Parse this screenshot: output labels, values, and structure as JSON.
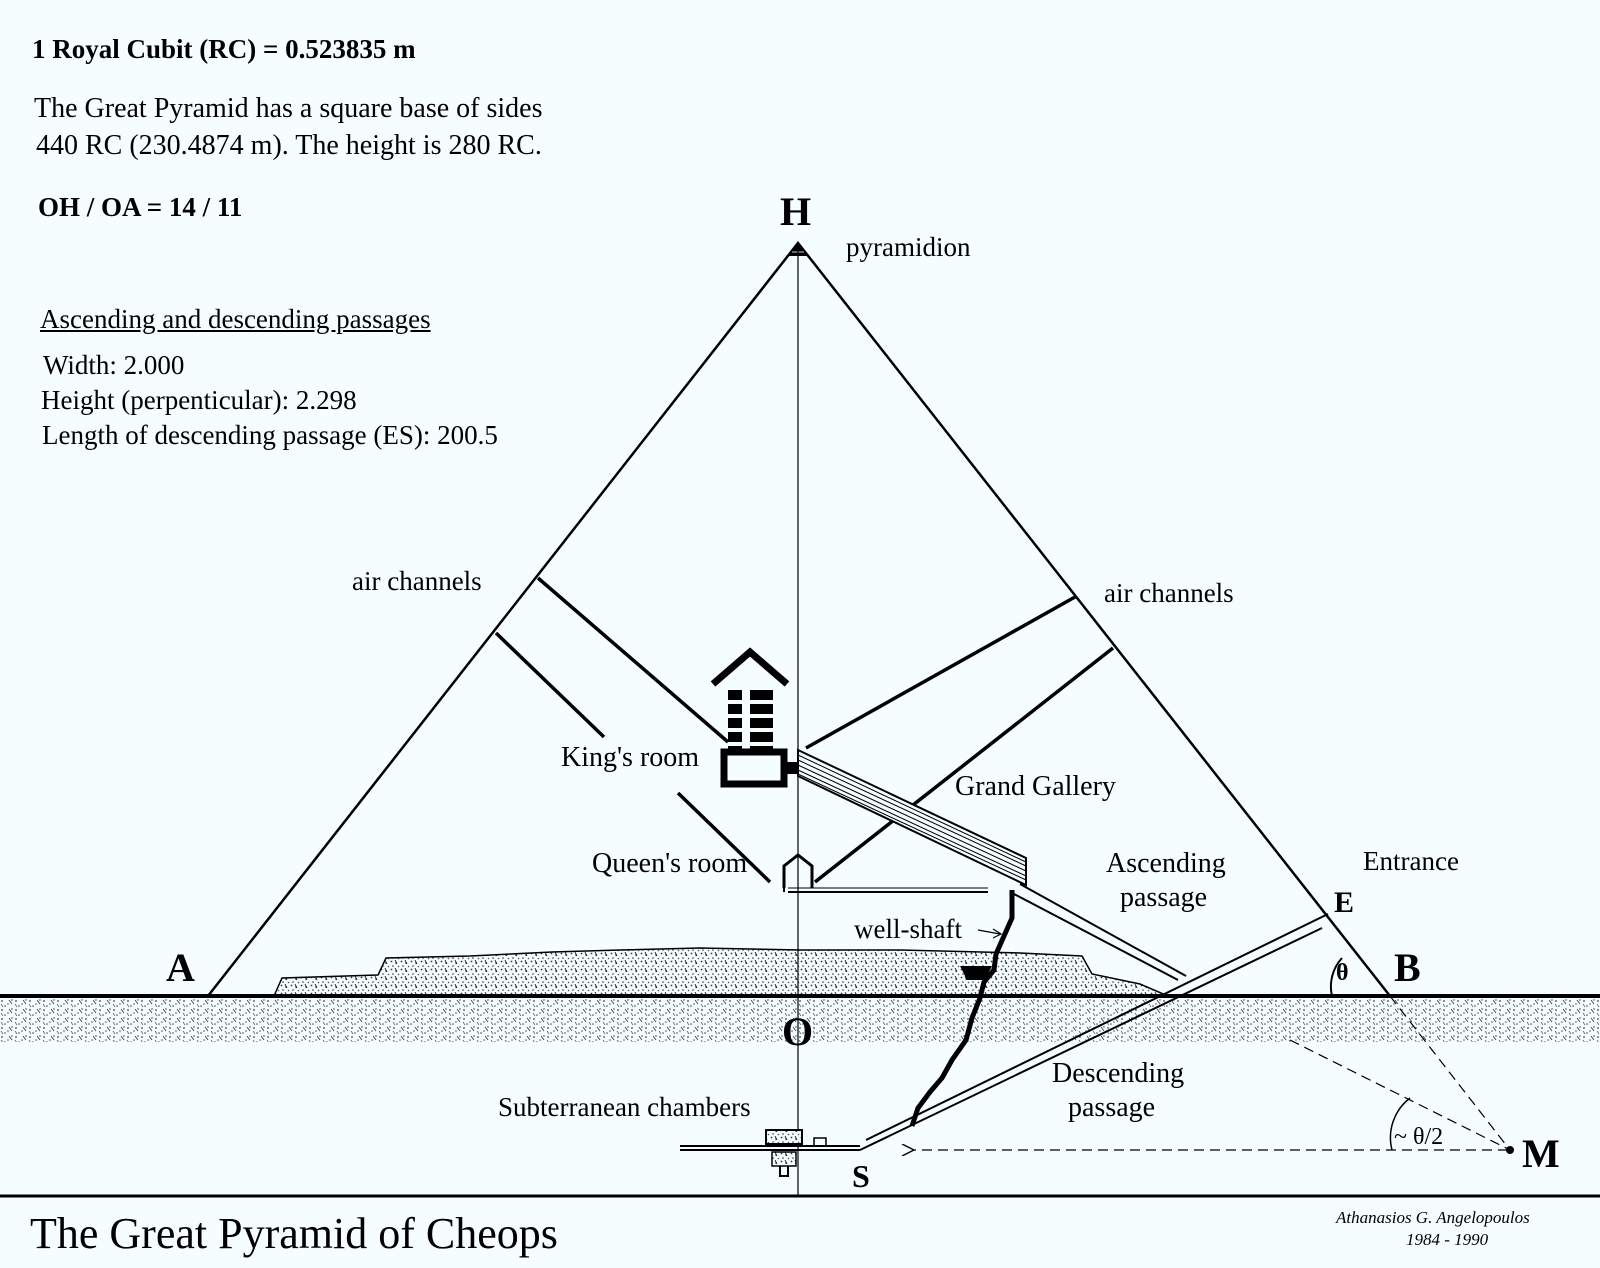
{
  "header": {
    "cubit": "1 Royal Cubit (RC) = 0.523835 m",
    "base_line1": "The Great Pyramid has a square base of sides",
    "base_line2": "440 RC (230.4874 m). The height is 280 RC.",
    "ratio": "OH / OA = 14 / 11"
  },
  "passages": {
    "heading": "Ascending and descending passages",
    "width": "Width: 2.000",
    "height": "Height (perpenticular): 2.298",
    "length": "Length of descending passage (ES): 200.5"
  },
  "labels": {
    "H": "H",
    "pyramidion": "pyramidion",
    "air_left": "air channels",
    "air_right": "air channels",
    "kings_room": "King's room",
    "grand_gallery": "Grand Gallery",
    "queens_room": "Queen's room",
    "ascending_1": "Ascending",
    "ascending_2": "passage",
    "entrance": "Entrance",
    "E": "E",
    "well_shaft": "well-shaft",
    "A": "A",
    "B": "B",
    "theta": "θ",
    "O": "O",
    "descending_1": "Descending",
    "descending_2": "passage",
    "subterranean": "Subterranean chambers",
    "S": "S",
    "half_theta": "~ θ/2",
    "M": "M"
  },
  "footer": {
    "title": "The Great Pyramid of Cheops",
    "author": "Athanasios G. Angelopoulos",
    "years": "1984 - 1990"
  }
}
